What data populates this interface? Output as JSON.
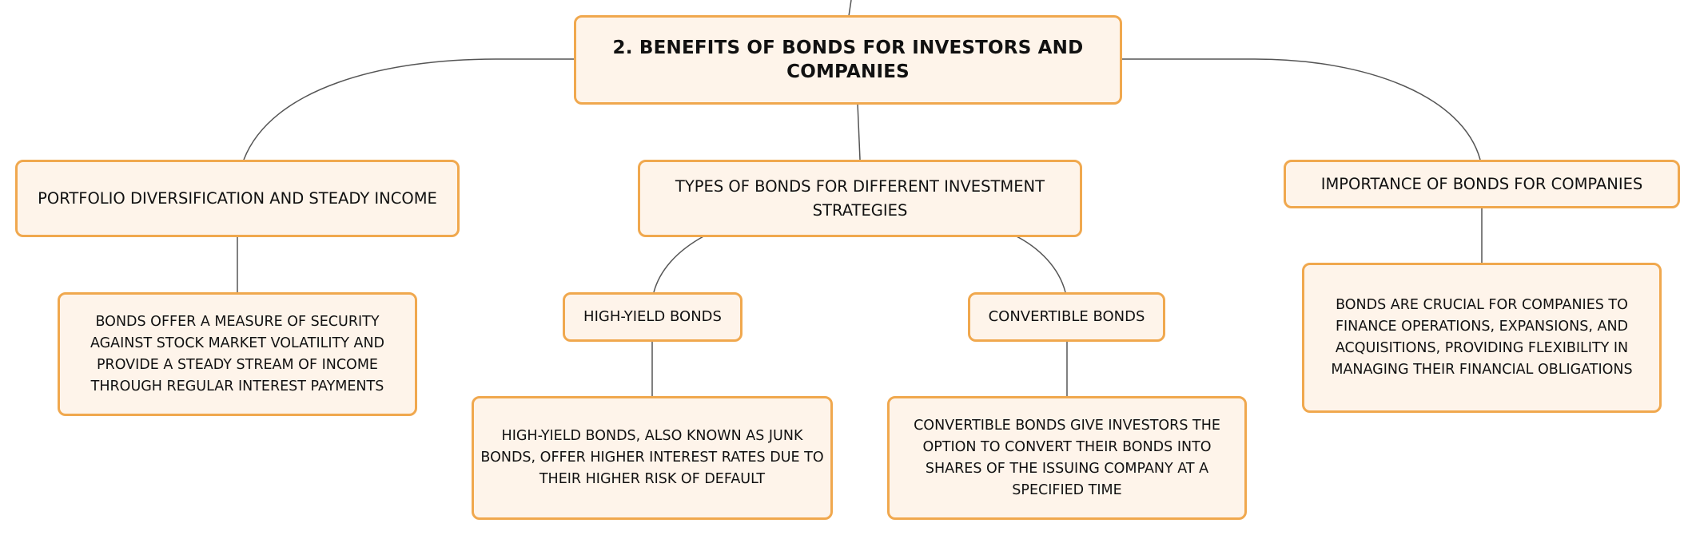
{
  "root": {
    "label": "2. BENEFITS OF BONDS FOR INVESTORS AND COMPANIES"
  },
  "branches": [
    {
      "label": "PORTFOLIO DIVERSIFICATION AND STEADY INCOME",
      "detail": "BONDS OFFER A MEASURE OF SECURITY AGAINST STOCK MARKET VOLATILITY AND PROVIDE A STEADY STREAM OF INCOME THROUGH REGULAR INTEREST PAYMENTS"
    },
    {
      "label": "TYPES OF BONDS FOR DIFFERENT INVESTMENT STRATEGIES",
      "children": [
        {
          "label": "HIGH-YIELD BONDS",
          "detail": "HIGH-YIELD BONDS, ALSO KNOWN AS JUNK BONDS, OFFER HIGHER INTEREST RATES DUE TO THEIR HIGHER RISK OF DEFAULT"
        },
        {
          "label": "CONVERTIBLE BONDS",
          "detail": "CONVERTIBLE BONDS GIVE INVESTORS THE OPTION TO CONVERT THEIR BONDS INTO SHARES OF THE ISSUING COMPANY AT A SPECIFIED TIME"
        }
      ]
    },
    {
      "label": "IMPORTANCE OF BONDS FOR COMPANIES",
      "detail": "BONDS ARE CRUCIAL FOR COMPANIES TO FINANCE OPERATIONS, EXPANSIONS, AND ACQUISITIONS, PROVIDING FLEXIBILITY IN MANAGING THEIR FINANCIAL OBLIGATIONS"
    }
  ],
  "colors": {
    "node_fill": "#fef4ea",
    "node_border": "#f0a84e",
    "connector": "#555555",
    "text": "#111111"
  }
}
